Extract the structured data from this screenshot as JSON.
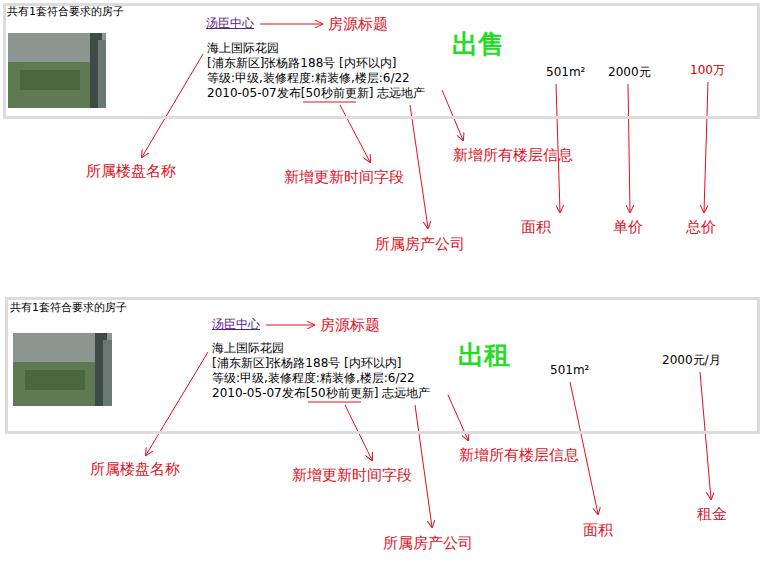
{
  "diagram": {
    "nodes": [
      {
        "text": [
          "共有1套符合要求的房子",
          "汤臣中心",
          "海上国际花园",
          "[浦东新区]张杨路188号 [内环以内]",
          "等级:甲级,装修程度:精装修,楼层:6/22",
          "2010-05-07发布[50秒前更新] 志远地产",
          "出售",
          "501m²",
          "2000元",
          "100万"
        ]
      },
      {
        "text": [
          "共有1套符合要求的房子",
          "汤臣中心",
          "海上国际花园",
          "[浦东新区]张杨路188号 [内环以内]",
          "等级:甲级,装修程度:精装修,楼层:6/22",
          "2010-05-07发布[50秒前更新] 志远地产",
          "出租",
          "501m²",
          "2000元/月"
        ]
      }
    ],
    "labels": [
      "房源标题",
      "所属楼盘名称",
      "新增更新时间字段",
      "新增所有楼层信息",
      "所属房产公司",
      "面积",
      "单价",
      "总价",
      "房源标题",
      "所属楼盘名称",
      "新增更新时间字段",
      "新增所有楼层信息",
      "所属房产公司",
      "面积",
      "租金"
    ]
  }
}
